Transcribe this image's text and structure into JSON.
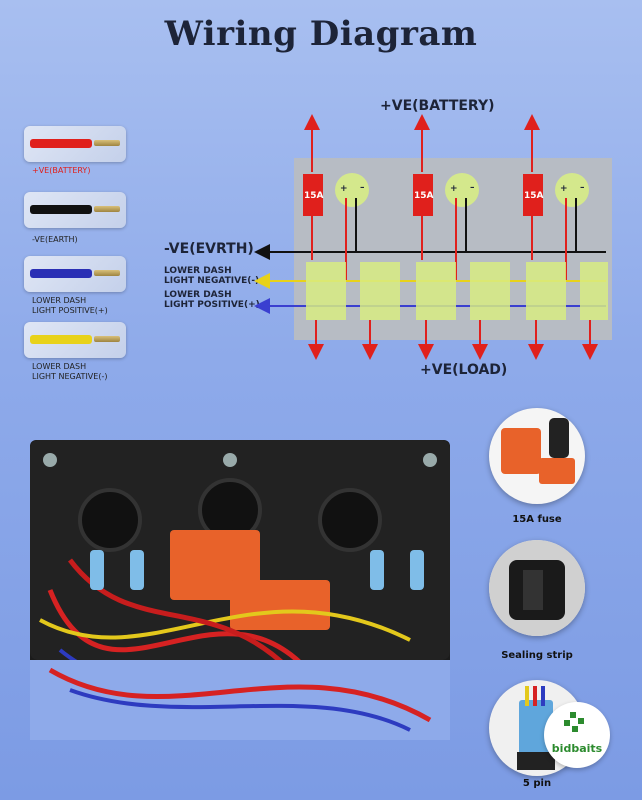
{
  "title": "Wiring Diagram",
  "legend": [
    {
      "label": "+VE(BATTERY)",
      "color": "#e0201c",
      "label_color": "#e0201c"
    },
    {
      "label": "-VE(EARTH)",
      "color": "#111111",
      "label_color": "#222222"
    },
    {
      "label": "LOWER DASH\nLIGHT POSITIVE(+)",
      "color": "#2a2fb5",
      "label_color": "#222222"
    },
    {
      "label": "LOWER DASH\nLIGHT NEGATIVE(-)",
      "color": "#e8d21a",
      "label_color": "#222222"
    }
  ],
  "diagram": {
    "battery_label": "+VE(BATTERY)",
    "earth_label": "-VE(EVRTH)",
    "neg_label": "LOWER DASH\nLIGHT NEGATIVE(-)",
    "pos_label": "LOWER DASH\nLIGHT POSITIVE(+)",
    "load_label": "+VE(LOAD)",
    "fuse_label": "15A",
    "plus_sign": "+",
    "minus_sign": "–"
  },
  "features": [
    {
      "caption": "15A fuse",
      "icon": "fuse-icon"
    },
    {
      "caption": "Sealing strip",
      "icon": "sealing-strip-icon"
    },
    {
      "caption": "5 pin",
      "icon": "pin-connector-icon"
    }
  ],
  "brand": {
    "name": "bidbaits",
    "color": "#2c8b2e"
  }
}
